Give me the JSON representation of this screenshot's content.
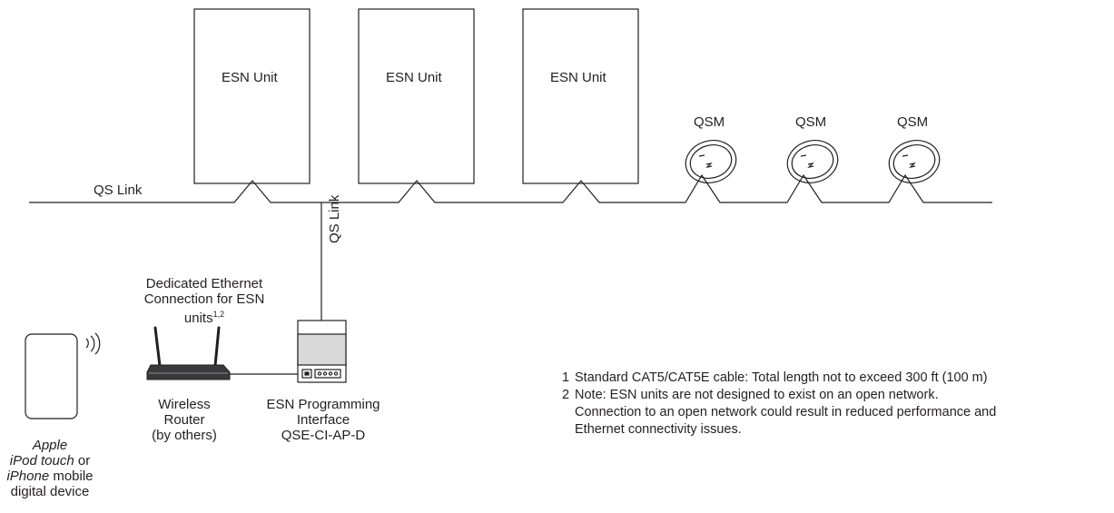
{
  "esn_units": [
    {
      "label": "ESN Unit"
    },
    {
      "label": "ESN Unit"
    },
    {
      "label": "ESN Unit"
    }
  ],
  "qsm_units": [
    {
      "label": "QSM"
    },
    {
      "label": "QSM"
    },
    {
      "label": "QSM"
    }
  ],
  "qs_link_main": "QS Link",
  "qs_link_vertical": "QS Link",
  "ethernet_label": {
    "line1": "Dedicated Ethernet",
    "line2": "Connection for ESN",
    "line3": "units",
    "superscript": "1,2"
  },
  "router_label": [
    "Wireless",
    "Router",
    "(by others)"
  ],
  "interface_label": [
    "ESN Programming",
    "Interface",
    "QSE-CI-AP-D"
  ],
  "device_label": {
    "line1": "Apple",
    "line2_italic": "iPod touch",
    "line2_plain": " or",
    "line3_italic": "iPhone",
    "line3_plain": " mobile",
    "line4": "digital device"
  },
  "notes": [
    {
      "num": "1",
      "text": "Standard CAT5/CAT5E cable: Total length not to exceed 300 ft (100 m)"
    },
    {
      "num": "2",
      "text": "Note: ESN units are not designed to exist on an open network."
    },
    {
      "num": "",
      "text": "Connection to an open network could result in reduced performance and"
    },
    {
      "num": "",
      "text": "Ethernet connectivity issues."
    }
  ]
}
